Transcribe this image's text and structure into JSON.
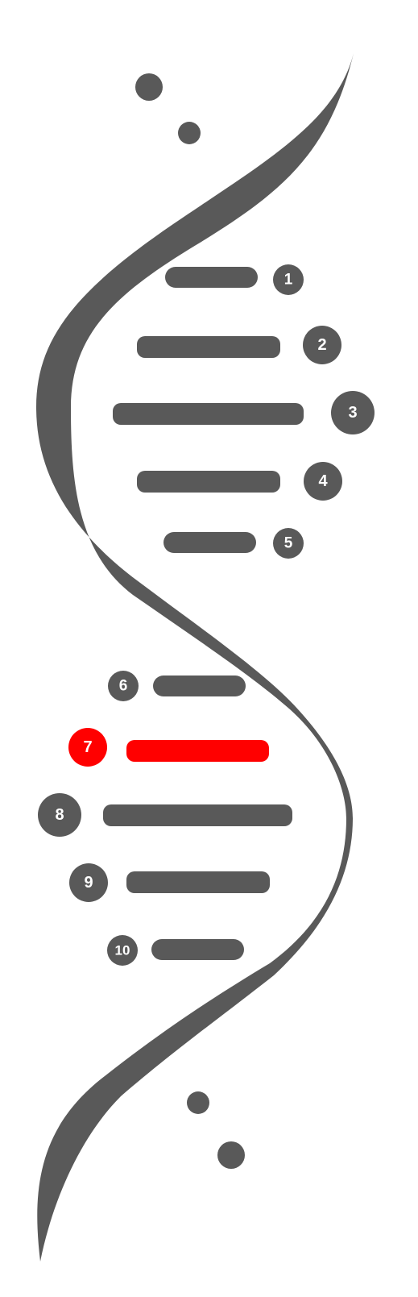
{
  "colors": {
    "strand": "#595959",
    "highlight": "#ff0000",
    "label_text": "#ffffff",
    "background": "#ffffff"
  },
  "diagram": {
    "steps": [
      {
        "label": "1",
        "highlighted": false
      },
      {
        "label": "2",
        "highlighted": false
      },
      {
        "label": "3",
        "highlighted": false
      },
      {
        "label": "4",
        "highlighted": false
      },
      {
        "label": "5",
        "highlighted": false
      },
      {
        "label": "6",
        "highlighted": false
      },
      {
        "label": "7",
        "highlighted": true
      },
      {
        "label": "8",
        "highlighted": false
      },
      {
        "label": "9",
        "highlighted": false
      },
      {
        "label": "10",
        "highlighted": false
      }
    ]
  }
}
